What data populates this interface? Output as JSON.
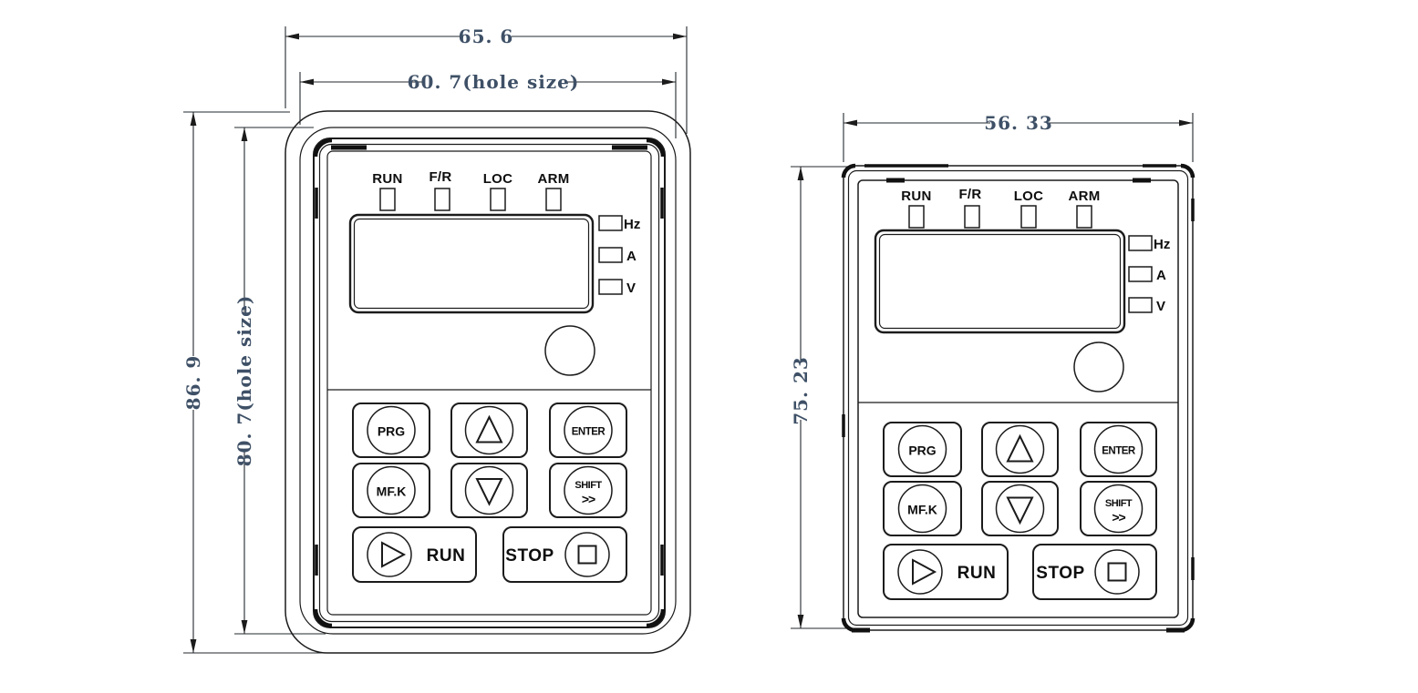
{
  "drawing_type": "keypad-dimensional-diagram",
  "colors": {
    "background": "#ffffff",
    "outline": "#1b1b1b",
    "dimension_text": "#3e5066",
    "label_text": "#0e0e0e"
  },
  "panels": {
    "left": {
      "dim_outer_width": "65. 6",
      "dim_hole_width": "60. 7(hole size)",
      "dim_outer_height": "86. 9",
      "dim_hole_height": "80. 7(hole size)"
    },
    "right": {
      "dim_width": "56. 33",
      "dim_height": "75. 23"
    }
  },
  "keypad": {
    "status_leds": [
      "RUN",
      "F/R",
      "LOC",
      "ARM"
    ],
    "unit_indicators": [
      "Hz",
      "A",
      "V"
    ],
    "buttons": {
      "prg": "PRG",
      "enter": "ENTER",
      "mfk": "MF.K",
      "shift": "SHIFT",
      "shift_arrows": ">>",
      "run": "RUN",
      "stop": "STOP"
    },
    "icons": {
      "up": "up-arrow-icon",
      "down": "down-arrow-icon",
      "run": "play-icon",
      "stop": "stop-square-icon"
    }
  }
}
